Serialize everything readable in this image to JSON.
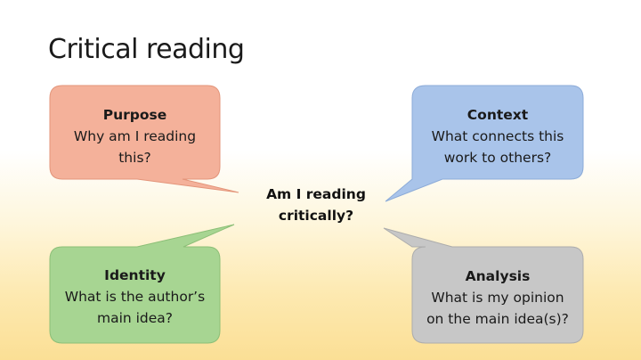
{
  "slide": {
    "title": "Critical reading",
    "center_question": [
      "Am I reading",
      "critically?"
    ]
  },
  "callouts": {
    "purpose": {
      "heading": "Purpose",
      "lines": [
        "Why am I reading",
        "this?"
      ],
      "color": "#f4b19a"
    },
    "context": {
      "heading": "Context",
      "lines": [
        "What connects this",
        "work to others?"
      ],
      "color": "#a9c4ea"
    },
    "identity": {
      "heading": "Identity",
      "lines": [
        "What is the author’s",
        "main idea?"
      ],
      "color": "#a7d592"
    },
    "analysis": {
      "heading": "Analysis",
      "lines": [
        "What is my opinion",
        "on the main idea(s)?"
      ],
      "color": "#c7c7c7"
    }
  }
}
